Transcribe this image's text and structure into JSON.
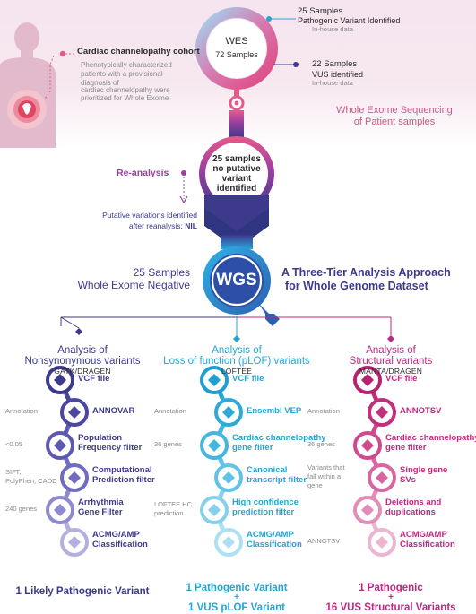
{
  "top": {
    "cohort_title": "Cardiac channelopathy cohort",
    "cohort_desc": [
      "Phenotypically characterized",
      "patients with a provisional",
      "diagnosis of",
      "cardiac channelopathy were",
      "prioritized for Whole Exome"
    ],
    "wes_label": "WES",
    "wes_count": "72 Samples",
    "pathogenic_count": "25 Samples",
    "pathogenic_label": "Pathogenic Variant Identified",
    "pathogenic_sub": "In-house data",
    "vus_count": "22 Samples",
    "vus_label": "VUS identified",
    "vus_sub": "In-house data",
    "wes_caption": [
      "Whole Exome Sequencing",
      "of Patient samples"
    ]
  },
  "middle": {
    "reanalysis": "Re-analysis",
    "center": [
      "25 samples",
      "no putative",
      "variant",
      "identified"
    ],
    "putative_line1": "Putative variations identified",
    "putative_line2": "after reanalysis:",
    "putative_nil": "NIL",
    "negative": [
      "25 Samples",
      "Whole Exome Negative"
    ],
    "wgs": "WGS",
    "three_tier": [
      "A Three-Tier Analysis Approach",
      "for Whole Genome Dataset"
    ]
  },
  "columns": {
    "left": {
      "title": [
        "Analysis of",
        "Nonsynonymous variants"
      ],
      "tool": "GATK/DRAGEN",
      "steps": [
        {
          "label": [
            "VCF file"
          ],
          "side": ""
        },
        {
          "label": [
            "ANNOVAR"
          ],
          "side": "Annotation"
        },
        {
          "label": [
            "Population",
            "Frequency filter"
          ],
          "side": "<0.05"
        },
        {
          "label": [
            "Computational",
            "Prediction filter"
          ],
          "side": "SIFT, PolyPhen, CADD"
        },
        {
          "label": [
            "Arrhythmia",
            "Gene Filter"
          ],
          "side": "240 genes"
        },
        {
          "label": [
            "ACMG/AMP",
            "Classification"
          ],
          "side": ""
        }
      ],
      "result": [
        "1 Likely Pathogenic Variant"
      ],
      "colors": [
        "#3d3a8c",
        "#4b46a0",
        "#5d58b2",
        "#706bc0",
        "#8e8ad0",
        "#b3b0e0"
      ]
    },
    "middle": {
      "title": [
        "Analysis of",
        "Loss of function (pLOF) variants"
      ],
      "tool": "LOFTEE",
      "steps": [
        {
          "label": [
            "VCF file"
          ],
          "side": ""
        },
        {
          "label": [
            "Ensembl VEP"
          ],
          "side": "Annotation"
        },
        {
          "label": [
            "Cardiac channelopathy",
            "gene filter"
          ],
          "side": "36 genes"
        },
        {
          "label": [
            "Canonical",
            "transcript filter"
          ],
          "side": ""
        },
        {
          "label": [
            "High confidence",
            "prediction filter"
          ],
          "side": "LOFTEE HC prediction"
        },
        {
          "label": [
            "ACMG/AMP",
            "Classification"
          ],
          "side": ""
        }
      ],
      "result": [
        "1 Pathogenic Variant",
        "+",
        "1 VUS pLOF Variant"
      ],
      "colors": [
        "#1f9fd1",
        "#2eaad9",
        "#45b6e0",
        "#62c2e7",
        "#86d0ee",
        "#ade0f4"
      ]
    },
    "right": {
      "title": [
        "Analysis of",
        "Structural variants"
      ],
      "tool": "MANTA/DRAGEN",
      "steps": [
        {
          "label": [
            "VCF file"
          ],
          "side": ""
        },
        {
          "label": [
            "ANNOTSV"
          ],
          "side": "Annotation"
        },
        {
          "label": [
            "Cardiac channelopathy",
            "gene filter"
          ],
          "side": "36 genes"
        },
        {
          "label": [
            "Single gene",
            "SVs"
          ],
          "side": "Variants that fall within a gene"
        },
        {
          "label": [
            "Deletions and",
            "duplications"
          ],
          "side": ""
        },
        {
          "label": [
            "ACMG/AMP",
            "Classification"
          ],
          "side": "ANNOTSV"
        }
      ],
      "result": [
        "1 Pathogenic",
        "+",
        "16 VUS Structural Variants"
      ],
      "colors": [
        "#b5226f",
        "#c2307d",
        "#cd4a8e",
        "#d866a1",
        "#e18db8",
        "#ecb6d2"
      ]
    }
  }
}
